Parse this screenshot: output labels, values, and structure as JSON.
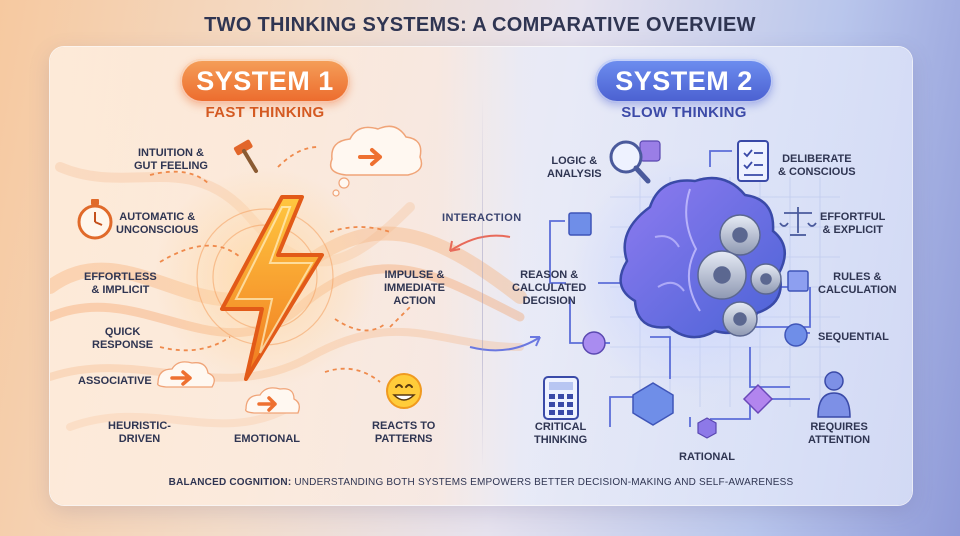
{
  "title": "TWO THINKING SYSTEMS: A COMPARATIVE OVERVIEW",
  "system1": {
    "name": "SYSTEM 1",
    "subtitle": "FAST THINKING",
    "color": "#ec6a2c",
    "labels": {
      "intuition": [
        "INTUITION &",
        "GUT FEELING"
      ],
      "automatic": [
        "AUTOMATIC &",
        "UNCONSCIOUS"
      ],
      "effortless": [
        "EFFORTLESS",
        "& IMPLICIT"
      ],
      "quick": [
        "QUICK",
        "RESPONSE"
      ],
      "associative": [
        "ASSOCIATIVE"
      ],
      "heuristic": [
        "HEURISTIC-",
        "DRIVEN"
      ],
      "emotional": [
        "EMOTIONAL"
      ],
      "patterns": [
        "REACTS TO",
        "PATTERNS"
      ],
      "impulse": [
        "IMPULSE &",
        "IMMEDIATE",
        "ACTION"
      ]
    }
  },
  "system2": {
    "name": "SYSTEM 2",
    "subtitle": "SLOW THINKING",
    "color": "#4a5fd0",
    "labels": {
      "logic": [
        "LOGIC &",
        "ANALYSIS"
      ],
      "deliberate": [
        "DELIBERATE",
        "& CONSCIOUS"
      ],
      "effortful": [
        "EFFORTFUL",
        "& EXPLICIT"
      ],
      "rules": [
        "RULES &",
        "CALCULATION"
      ],
      "sequential": [
        "SEQUENTIAL"
      ],
      "reason": [
        "REASON &",
        "CALCULATED",
        "DECISION"
      ],
      "critical": [
        "CRITICAL",
        "THINKING"
      ],
      "rational": [
        "RATIONAL"
      ],
      "attention": [
        "REQUIRES",
        "ATTENTION"
      ]
    }
  },
  "interaction": "INTERACTION",
  "footer": {
    "bold": "BALANCED COGNITION:",
    "text": " UNDERSTANDING BOTH SYSTEMS EMPOWERS BETTER DECISION-MAKING AND SELF-AWARENESS"
  },
  "icons": [
    "stopwatch-icon",
    "hammer-icon",
    "lightning-bolt-icon",
    "thought-cloud-icon",
    "smiley-icon",
    "magnifier-puzzle-icon",
    "checklist-icon",
    "scales-icon",
    "brain-gears-icon",
    "calculator-icon",
    "person-thinking-icon"
  ]
}
